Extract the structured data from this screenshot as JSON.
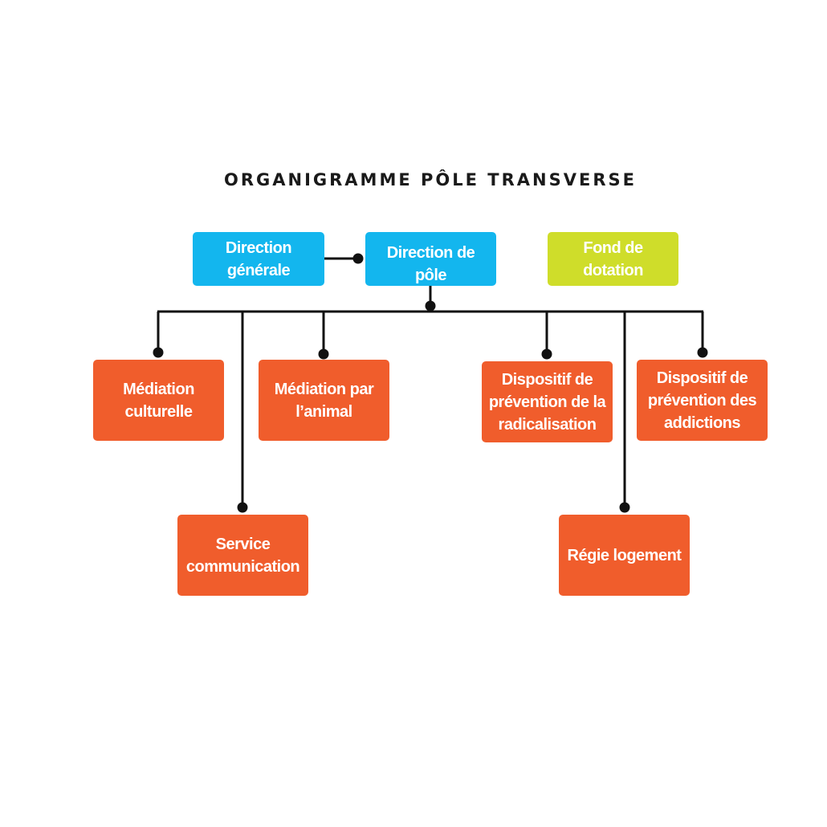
{
  "title": "ORGANIGRAMME PÔLE TRANSVERSE",
  "colors": {
    "direction": "#13b6ee",
    "fond": "#cfdd2a",
    "service": "#f05d2c",
    "connector": "#111111"
  },
  "nodes": {
    "direction_generale": "Direction générale",
    "direction_pole": "Direction de pôle",
    "fond_dotation": "Fond de dotation",
    "mediation_culturelle": "Médiation culturelle",
    "mediation_animal": "Médiation par l’animal",
    "service_communication": "Service communication",
    "prevention_radicalisation": "Dispositif de prévention de la radicalisation",
    "prevention_addictions": "Dispositif de prévention des addictions",
    "regie_logement": "Régie logement"
  }
}
